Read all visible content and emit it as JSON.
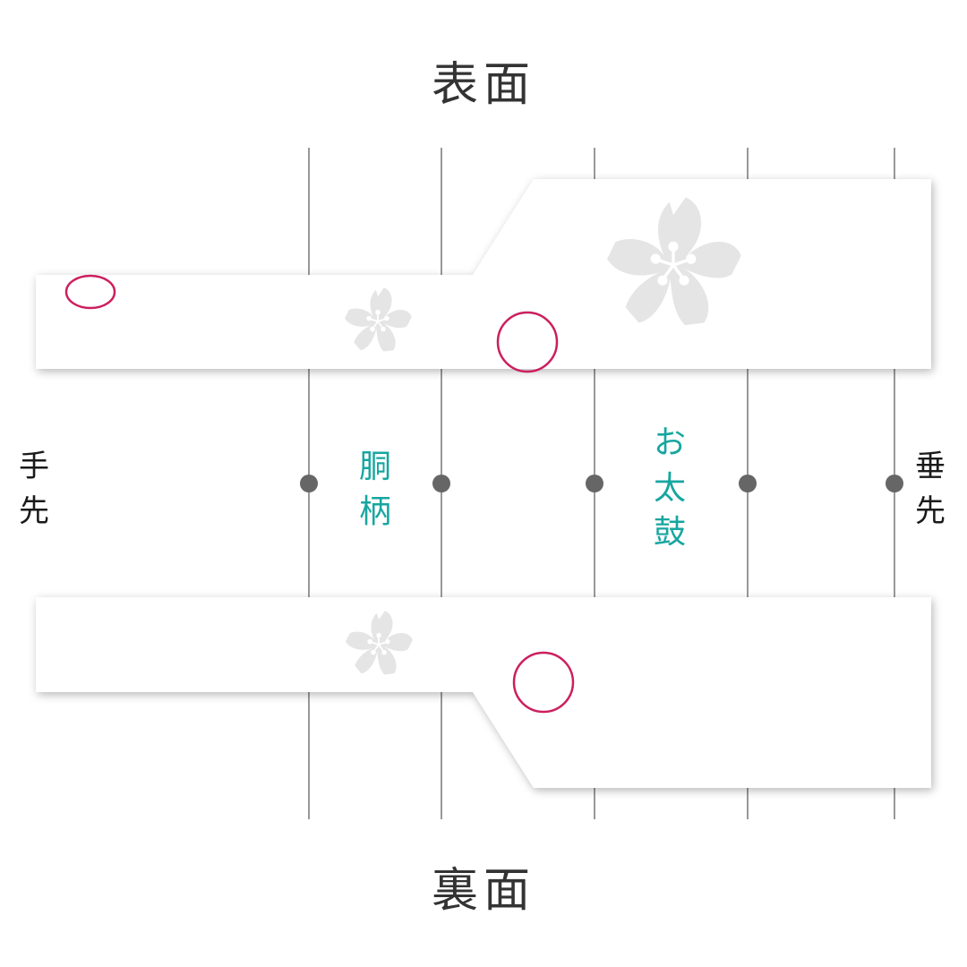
{
  "front_title": "表面",
  "back_title": "裏面",
  "left_label": [
    "手",
    "先"
  ],
  "right_label": [
    "垂",
    "先"
  ],
  "zone_do": {
    "label": [
      "胴",
      "柄"
    ]
  },
  "zone_taiko": {
    "label": [
      "お",
      "太",
      "鼓"
    ]
  },
  "colors": {
    "accent_text": "#17a6a0",
    "marker": "#cc1f5e",
    "divider": "#555555",
    "dot": "#666666",
    "flower": "#e5e5e5",
    "panel": "#ffffff"
  }
}
